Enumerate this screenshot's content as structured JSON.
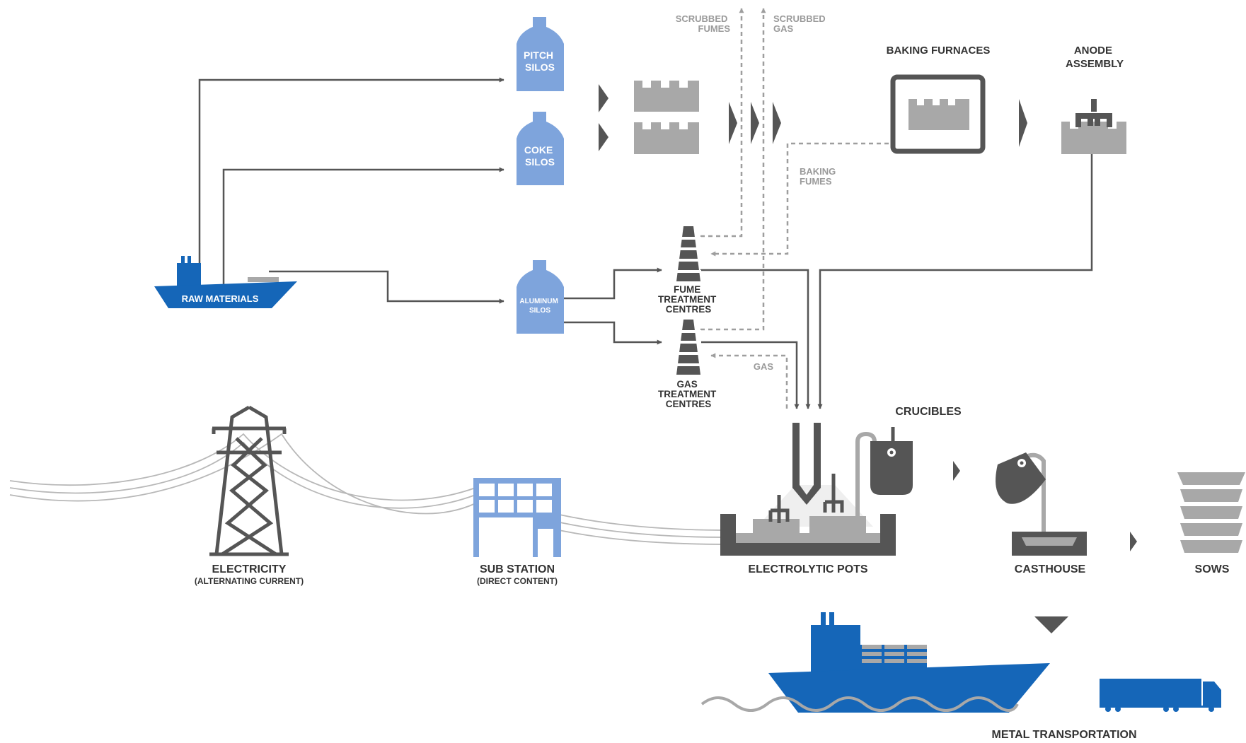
{
  "colors": {
    "blue_dark": "#1566b8",
    "blue_light": "#7ea4dc",
    "grey_dark": "#555555",
    "grey_mid": "#9e9e9e",
    "grey_light": "#a8a8a8",
    "text": "#333333"
  },
  "labels": {
    "raw_materials": "RAW MATERIALS",
    "pitch_silos": [
      "PITCH",
      "SILOS"
    ],
    "coke_silos": [
      "COKE",
      "SILOS"
    ],
    "aluminum_silos": [
      "ALUMINUM",
      "SILOS"
    ],
    "scrubbed_fumes": [
      "SCRUBBED",
      "FUMES"
    ],
    "scrubbed_gas": [
      "SCRUBBED",
      "GAS"
    ],
    "baking_furnaces": "BAKING FURNACES",
    "anode_assembly": [
      "ANODE",
      "ASSEMBLY"
    ],
    "baking_fumes": [
      "BAKING",
      "FUMES"
    ],
    "fume_treatment": [
      "FUME",
      "TREATMENT",
      "CENTRES"
    ],
    "gas_treatment": [
      "GAS",
      "TREATMENT",
      "CENTRES"
    ],
    "gas": "GAS",
    "crucibles": "CRUCIBLES",
    "electricity": "ELECTRICITY",
    "electricity_sub": "(ALTERNATING CURRENT)",
    "sub_station": "SUB STATION",
    "sub_station_sub": "(DIRECT CONTENT)",
    "electrolytic_pots": "ELECTROLYTIC POTS",
    "casthouse": "CASTHOUSE",
    "sows": "SOWS",
    "metal_transportation": "METAL TRANSPORTATION"
  },
  "icons": [
    "ship-icon",
    "silo-icon",
    "carbon-block-icon",
    "furnace-icon",
    "anode-assembly-icon",
    "chimney-icon",
    "pylon-icon",
    "substation-building-icon",
    "electrolytic-pot-icon",
    "crucible-icon",
    "casthouse-icon",
    "sow-stack-icon",
    "cargo-ship-icon",
    "truck-icon"
  ]
}
